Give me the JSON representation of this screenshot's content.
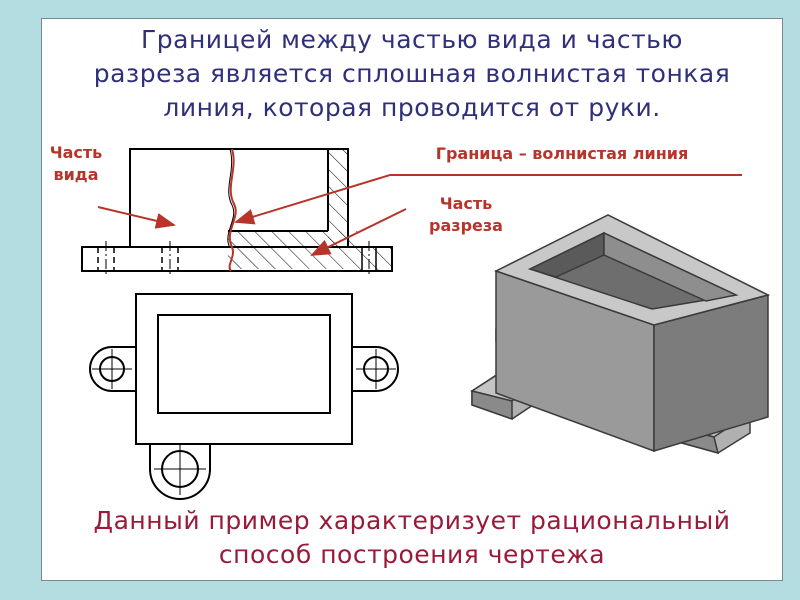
{
  "title_lines": [
    "Границей между частью вида и частью",
    "разреза является сплошная волнистая тонкая",
    "линия, которая проводится от руки."
  ],
  "labels": {
    "view_part": [
      "Часть",
      "вида"
    ],
    "boundary": "Граница – волнистая линия",
    "section_part": [
      "Часть",
      "разреза"
    ]
  },
  "bottom_lines": [
    "Данный пример характеризует рациональный",
    "способ построения чертежа"
  ],
  "colors": {
    "background": "#b3dde0",
    "title": "#30307a",
    "label": "#b8342a",
    "bottom_text": "#9a1a3a",
    "model_face": "#8c8c8c"
  }
}
